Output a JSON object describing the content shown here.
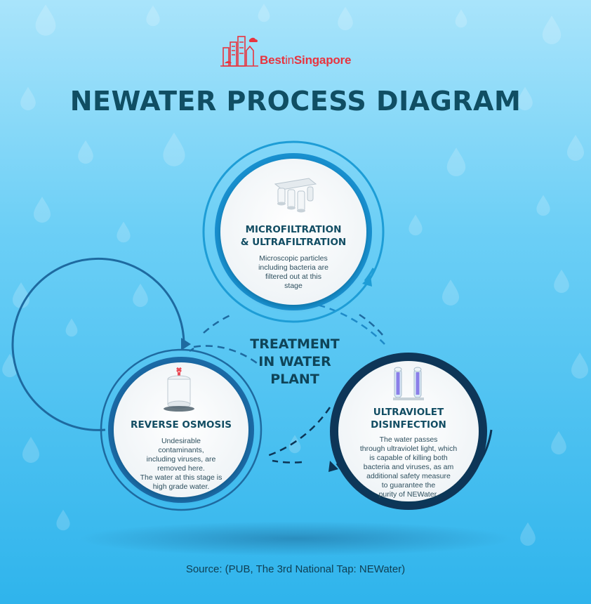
{
  "brand": {
    "name_part1": "Best",
    "name_part2": "in",
    "name_part3": "Singapore"
  },
  "title": "NEWATER PROCESS DIAGRAM",
  "center_label": "TREATMENT\nIN WATER\nPLANT",
  "steps": [
    {
      "title": "MICROFILTRATION\n& ULTRAFILTRATION",
      "description": "Microscopic particles\nincluding bacteria are\nfiltered out at this\nstage",
      "icon": "filter-columns-icon"
    },
    {
      "title": "REVERSE OSMOSIS",
      "description": "Undesirable\ncontaminants,\nincluding viruses, are\nremoved here.\nThe water at this stage is\nhigh grade water.",
      "icon": "osmosis-tank-icon"
    },
    {
      "title": "ULTRAVIOLET\nDISINFECTION",
      "description": "The water passes\nthrough ultraviolet light, which\nis capable of killing both\nbacteria and viruses, as am\nadditional safety measure\nto guarantee the\npurity of NEWater.",
      "icon": "uv-lamp-icon"
    }
  ],
  "source": "Source: (PUB, The 3rd National Tap: NEWater)",
  "colors": {
    "background_top": "#a9e4fb",
    "background_bottom": "#2fb4ec",
    "title": "#104e63",
    "ring_light": "#1e9dd6",
    "ring_dark": "#0c3556",
    "brand_red": "#e8343f"
  }
}
